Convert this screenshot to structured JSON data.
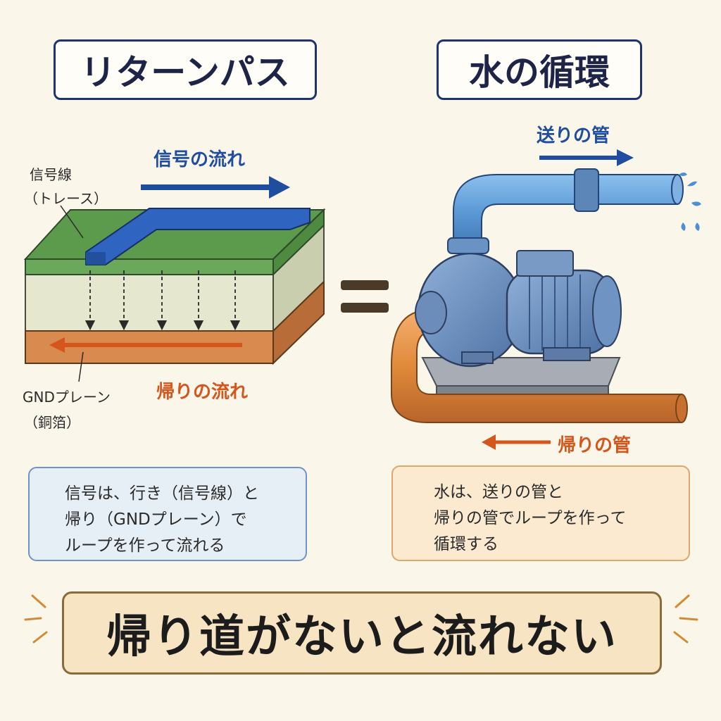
{
  "titles": {
    "left": "リターンパス",
    "right": "水の循環"
  },
  "pcb": {
    "trace_label_line1": "信号線",
    "trace_label_line2": "（トレース）",
    "gnd_label_line1": "GNDプレーン",
    "gnd_label_line2": "（銅箔）",
    "signal_flow": "信号の流れ",
    "return_flow": "帰りの流れ"
  },
  "pump": {
    "send_pipe": "送りの管",
    "return_pipe": "帰りの管"
  },
  "notes": {
    "left": [
      "信号は、行き（信号線）と",
      "帰り（GNDプレーン）で",
      "ループを作って流れる"
    ],
    "right": [
      "水は、送りの管と",
      "帰りの管でループを作って",
      "循環する"
    ]
  },
  "banner": "帰り道がないと流れない",
  "colors": {
    "signal_blue": "#1f4da0",
    "return_orange": "#d4561c",
    "pcb_green": "#5c9a4c",
    "substrate": "#e5e8cf",
    "copper": "#d98a4f",
    "pump_blue": "#5f86b8",
    "pipe_blue": "#5c9ad6",
    "pipe_orange": "#e08a3a"
  }
}
